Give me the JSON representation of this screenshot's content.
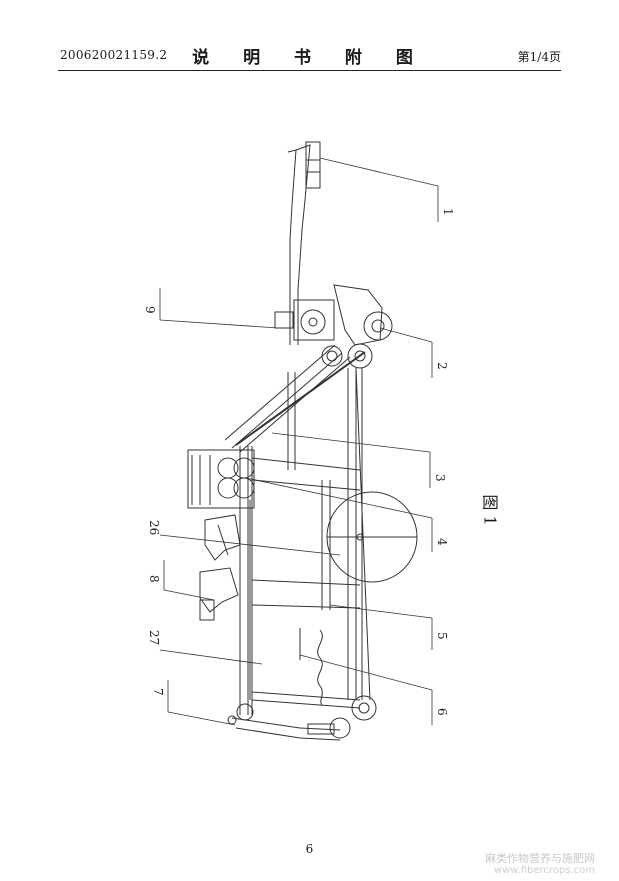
{
  "header": {
    "doc_number": "200620021159.2",
    "title": "说 明 书 附 图",
    "page_of": "第1/4页"
  },
  "figure": {
    "caption": "图 1",
    "callouts": [
      "1",
      "2",
      "3",
      "4",
      "5",
      "6",
      "7",
      "8",
      "9",
      "26",
      "27"
    ]
  },
  "footer": {
    "page_number": "6",
    "watermark": "麻类作物营养与施肥网",
    "watermark_url": "www.fibercrops.com"
  }
}
